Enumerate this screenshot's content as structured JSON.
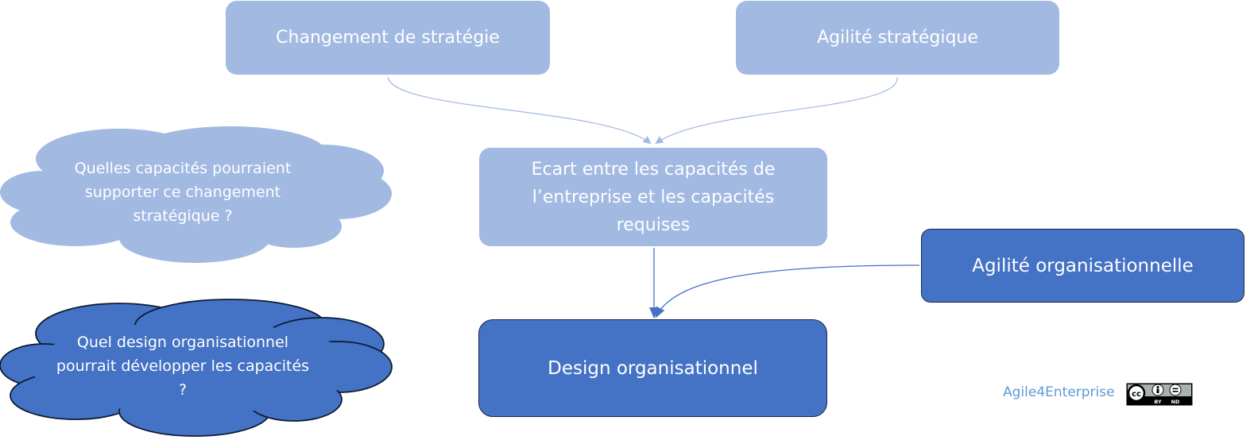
{
  "boxes": {
    "strategy_change": "Changement de stratégie",
    "strategic_agility": "Agilité stratégique",
    "capability_gap": "Ecart entre les capacités de l’entreprise et les capacités requises",
    "organizational_agility": "Agilité organisationnelle",
    "organizational_design": "Design organisationnel"
  },
  "clouds": {
    "capabilities_question": "Quelles capacités pourraient supporter ce changement stratégique ?",
    "design_question": "Quel design organisationnel pourrait développer les capacités ?"
  },
  "footer": {
    "brand": "Agile4Enterprise",
    "license_icon": "cc-by-nd-icon",
    "license_by": "BY",
    "license_nd": "ND"
  },
  "colors": {
    "light_box": "#a2b9e2",
    "dark_box": "#4472c4",
    "brand_text": "#5b9bd5"
  }
}
